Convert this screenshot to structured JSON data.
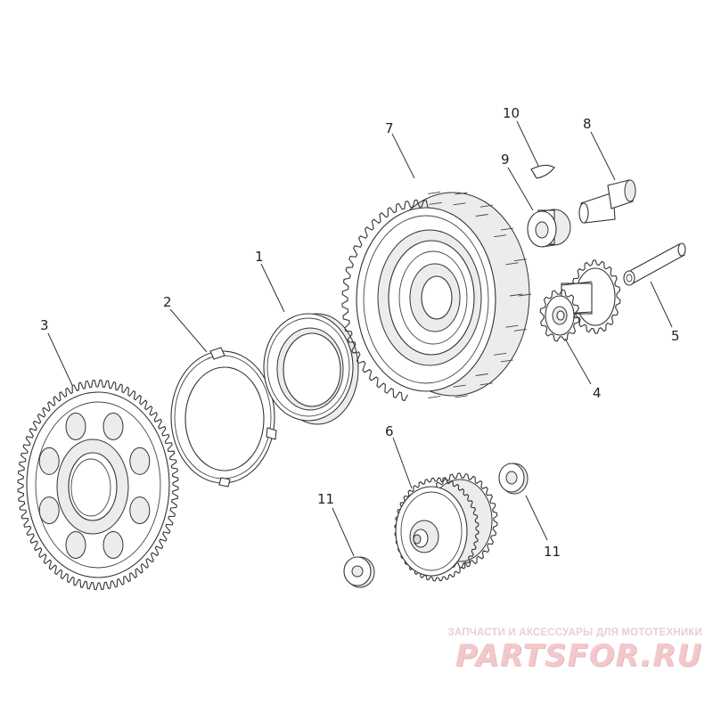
{
  "diagram": {
    "part_labels": [
      "1",
      "2",
      "3",
      "4",
      "5",
      "6",
      "7",
      "8",
      "9",
      "10",
      "11",
      "11"
    ]
  },
  "watermark": {
    "caption": "ЗАПЧАСТИ И АКСЕССУАРЫ ДЛЯ МОТОТЕХНИКИ",
    "logo": "PARTSFOR.RU"
  },
  "colors": {
    "line": "#333333",
    "watermark": "#f2c9cb"
  }
}
